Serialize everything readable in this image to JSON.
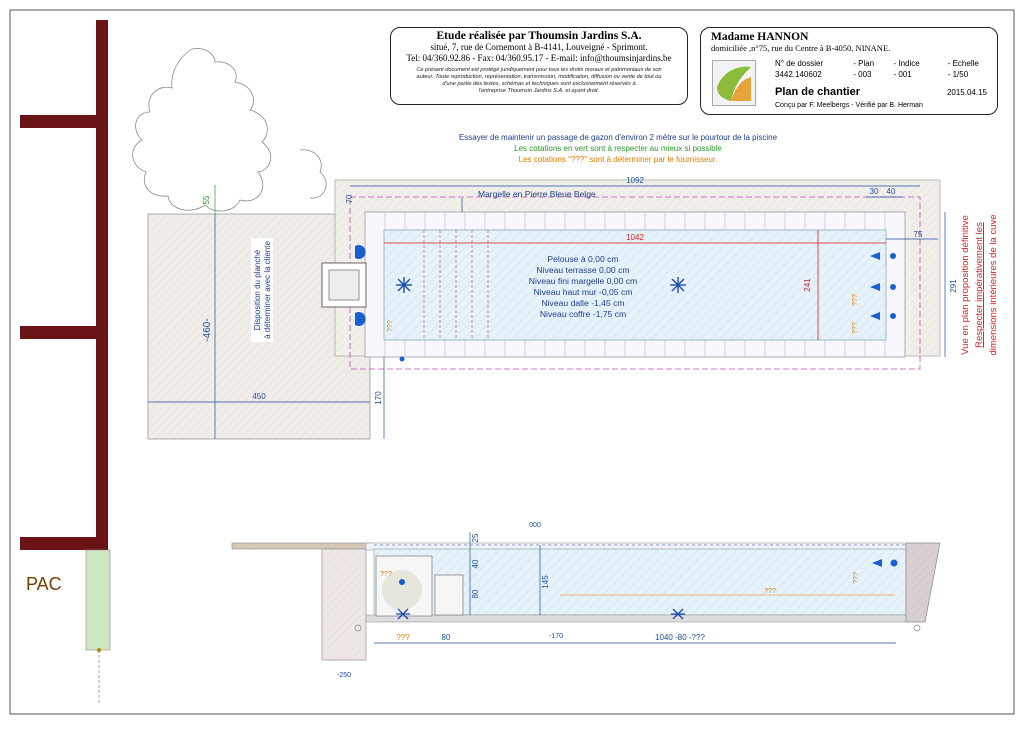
{
  "study": {
    "title": "Etude réalisée par Thoumsin Jardins S.A.",
    "address": "situé, 7, rue de Cornemont à B-4141, Louveigné - Sprimont.",
    "contact": "Tel: 04/360.92.86 - Fax: 04/360.95.17 - E-mail: info@thoumsinjardins.be",
    "legal_1": "Ce présent document est protégé juridiquement pour tous les droits moraux et patrimoniaux de son",
    "legal_2": "auteur. Toute reproduction, représentation, transmission, modification, diffusion ou vente de tout ou",
    "legal_3": "d'une partie des textes, schémas et techniques sont exclusivement réservés à",
    "legal_4": "l'entreprise Thoumsin Jardins S.A. et ayant droit."
  },
  "client": {
    "name": "Madame HANNON",
    "address": "domiciliée ,n°75, rue du Centre à B-4050, NINANE.",
    "labels": {
      "dossier": "N° de dossier",
      "plan": "- Plan",
      "indice": "- Indice",
      "echelle": "- Echelle"
    },
    "values": {
      "dossier": "3442.140602",
      "plan": "- 003",
      "indice": "- 001",
      "echelle": "- 1/50"
    },
    "plan_title": "Plan de chantier",
    "date": "2015.04.15",
    "author": "Conçu par F. Meelbergs - Vérifié par B. Herman"
  },
  "notes": {
    "line1": "Essayer de maintenir un passage de gazon d'environ 2 mètre sur le pourtour de la piscine",
    "line2": "Les cotations en vert sont à respecter au mieux si possible",
    "line3": "Les cotations \"???\" sont à déterminer par le fournisseur."
  },
  "plan": {
    "margelle": "Margelle en Pierre Bleue Belge",
    "planche_1": "Disposition du planché",
    "planche_2": "à déterminer avec la cliente",
    "levels": [
      "Pelouse à 0,00 cm",
      "Niveau terrasse 0,00 cm",
      "Niveau fini margelle 0,00 cm",
      "Niveau haut mur -0,05 cm",
      "Niveau dalle -1,45 cm",
      "Niveau coffre -1,75 cm"
    ],
    "side_note_1": "Vue en plan proposition définitive",
    "side_note_2": "Respecter impérativement les",
    "side_note_3": "dimensions intérieures de la cuve",
    "pac": "PAC"
  },
  "dims": {
    "d1092": "1092",
    "d30": "30",
    "d40": "40",
    "d70": "70",
    "d55": "55",
    "d1042": "1042",
    "d75": "75",
    "d241": "241",
    "d291": "291",
    "d460": "-460-",
    "d450": "450",
    "d170": "170",
    "unk": "???"
  },
  "section": {
    "d000": "000",
    "d25": "25",
    "d40": "40",
    "d145": "145",
    "d80": "80",
    "d80b": "80",
    "dm170": "-170",
    "dm250": "-250",
    "d1040": "1040 -80 -???",
    "unk": "???"
  },
  "colors": {
    "dim": "#1d4fa3",
    "red": "#d42020",
    "orange": "#e87a00",
    "green": "#2a9a2a",
    "wall": "#6b1418",
    "water": "#e6f2fa"
  }
}
